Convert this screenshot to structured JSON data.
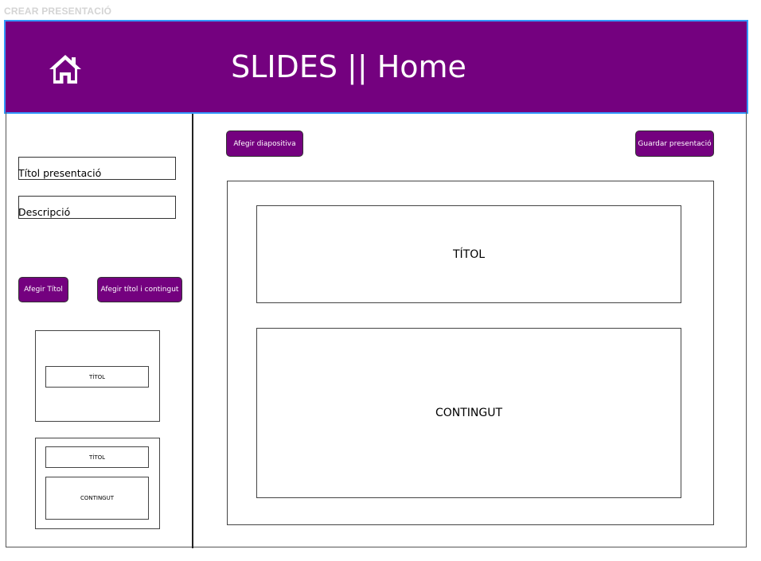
{
  "page_caption": "CREAR PRESENTACIÓ",
  "header": {
    "title": "SLIDES || Home",
    "home_icon": "home-icon",
    "background_color": "#74017f",
    "border_color": "#3399ff"
  },
  "sidebar": {
    "title_field": {
      "label": "Títol presentació",
      "value": ""
    },
    "description_field": {
      "label": "Descripció",
      "value": ""
    },
    "buttons": {
      "add_title": "Afegir Títol",
      "add_title_content": "Afegir títol i contingut"
    },
    "thumbnails": [
      {
        "title": "TÍTOL"
      },
      {
        "title": "TÍTOL",
        "content": "CONTINGUT"
      }
    ]
  },
  "toolbar": {
    "add_slide": "Afegir diapositiva",
    "save_presentation": "Guardar presentació"
  },
  "slide": {
    "title": "TÍTOL",
    "content": "CONTINGUT"
  },
  "colors": {
    "accent": "#74017f",
    "button_text": "#ffffff"
  }
}
